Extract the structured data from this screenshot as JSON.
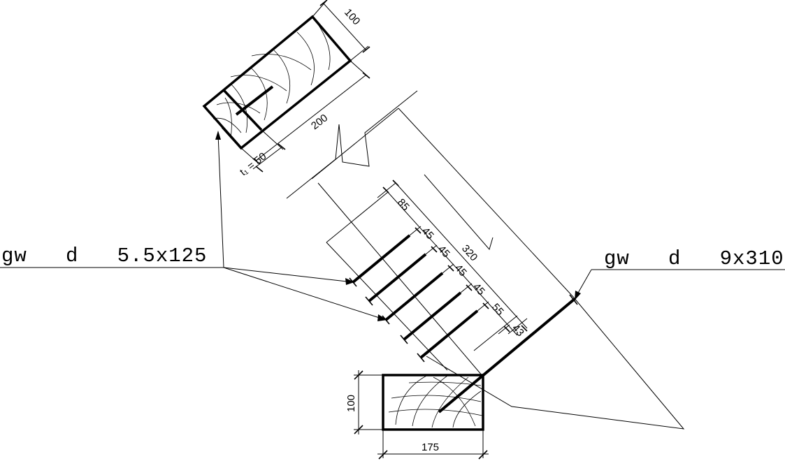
{
  "labels": {
    "left_callout": "gw   d   5.5x125",
    "right_callout": "gw   d   9x310"
  },
  "dimensions": {
    "top_width": "100",
    "top_length": "200",
    "top_t1": "t₁ = 50",
    "step_85": "85",
    "step_45a": "45",
    "step_45b": "45",
    "step_45c": "45",
    "step_45d": "45",
    "step_55": "55",
    "step_43": "43",
    "total_320": "320",
    "bottom_height": "100",
    "bottom_width": "175"
  }
}
